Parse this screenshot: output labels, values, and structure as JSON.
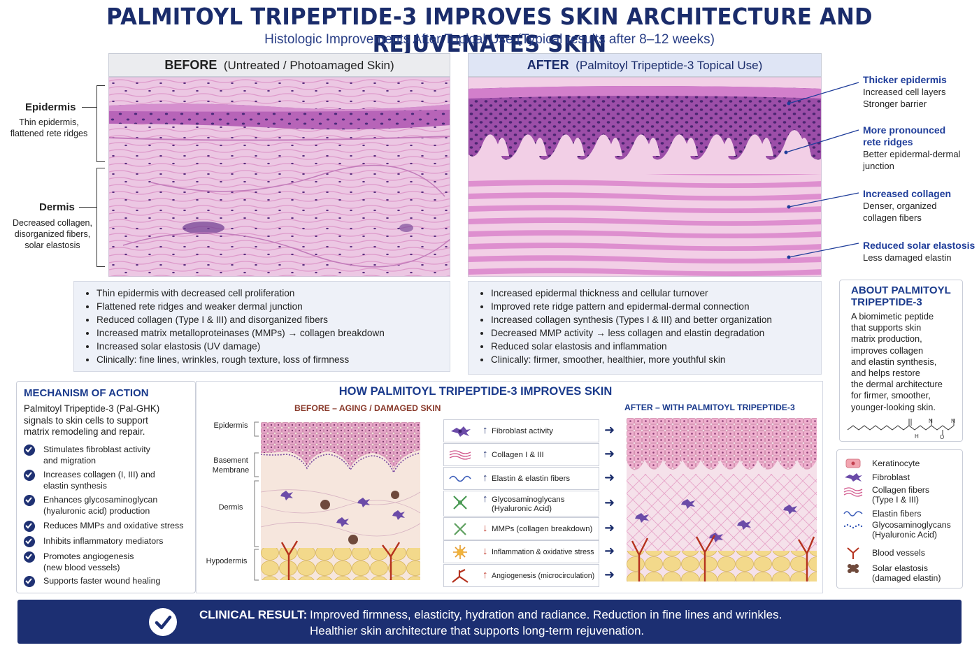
{
  "title": "PALMITOYL TRIPEPTIDE-3 IMPROVES SKIN ARCHITECTURE AND REJUVENATES SKIN",
  "subtitle": "Histologic Improvements After Topical Use (Typical results after 8–12 weeks)",
  "before_panel": {
    "heading": "BEFORE",
    "heading_sub": "(Untreated / Photoamaged Skin)",
    "epidermis_label": "Epidermis",
    "epidermis_desc": [
      "Thin epidermis,",
      "flattened rete ridges"
    ],
    "dermis_label": "Dermis",
    "dermis_desc": [
      "Decreased collagen,",
      "disorganized fibers,",
      "solar elastosis"
    ],
    "bullets": [
      "Thin epidermis with decreased cell proliferation",
      "Flattened rete ridges and weaker dermal junction",
      "Reduced collagen (Type I & III) and disorganized fibers",
      "Increased matrix metalloproteinases (MMPs) → collagen breakdown",
      "Increased solar elastosis (UV damage)",
      "Clinically: fine lines, wrinkles, rough texture, loss of firmness"
    ]
  },
  "after_panel": {
    "heading": "AFTER",
    "heading_sub": "(Palmitoyl Tripeptide-3 Topical Use)",
    "annotations": [
      {
        "title": [
          "Thicker epidermis"
        ],
        "desc": [
          "Increased cell layers",
          "Stronger barrier"
        ]
      },
      {
        "title": [
          "More pronounced",
          "rete ridges"
        ],
        "desc": [
          "Better epidermal-dermal",
          "junction"
        ]
      },
      {
        "title": [
          "Increased collagen"
        ],
        "desc": [
          "Denser, organized",
          "collagen fibers"
        ]
      },
      {
        "title": [
          "Reduced solar elastosis"
        ],
        "desc": [
          "Less damaged elastin"
        ]
      }
    ],
    "bullets": [
      "Increased epidermal thickness and cellular turnover",
      "Improved rete ridge pattern and epidermal-dermal connection",
      "Increased collagen synthesis (Types I & III) and better organization",
      "Decreased MMP activity → less collagen and elastin degradation",
      "Reduced solar elastosis and inflammation",
      "Clinically: firmer, smoother, healthier, more youthful skin"
    ]
  },
  "about": {
    "heading": [
      "ABOUT PALMITOYL",
      "TRIPEPTIDE-3"
    ],
    "body": [
      "A biomimetic peptide",
      "that supports skin",
      "matrix production,",
      "improves collagen",
      "and elastin synthesis,",
      "and helps restore",
      "the dermal architecture",
      "for firmer, smoother,",
      "younger-looking skin."
    ],
    "structure_labels": [
      "H",
      "O",
      "N",
      "O",
      "N",
      "H"
    ]
  },
  "mechanism": {
    "heading": "MECHANISM OF ACTION",
    "intro": [
      "Palmitoyl Tripeptide-3 (Pal-GHK)",
      "signals to skin cells to support",
      "matrix remodeling and repair."
    ],
    "items": [
      [
        "Stimulates fibroblast activity",
        "and migration"
      ],
      [
        "Increases collagen (I, III) and",
        "elastin synthesis"
      ],
      [
        "Enhances glycosaminoglycan",
        "(hyaluronic acid) production"
      ],
      [
        "Reduces MMPs and oxidative stress"
      ],
      [
        "Inhibits inflammatory mediators"
      ],
      [
        "Promotes angiogenesis",
        "(new blood vessels)"
      ],
      [
        "Supports faster wound healing"
      ]
    ]
  },
  "how": {
    "heading": "HOW PALMITOYL TRIPEPTIDE-3 IMPROVES SKIN",
    "before_label": "BEFORE – AGING / DAMAGED SKIN",
    "after_label": "AFTER – WITH PALMITOYL TRIPEPTIDE-3",
    "layers": [
      [
        "Epidermis"
      ],
      [
        "Basement",
        "Membrane"
      ],
      [
        "Dermis"
      ],
      [
        "Hypodermis"
      ]
    ],
    "effects": [
      {
        "icon": "fibroblast-icon",
        "dir": "up",
        "text": [
          "Fibroblast activity"
        ]
      },
      {
        "icon": "collagen-icon",
        "dir": "up",
        "text": [
          "Collagen I & III"
        ]
      },
      {
        "icon": "elastin-icon",
        "dir": "up",
        "text": [
          "Elastin & elastin fibers"
        ]
      },
      {
        "icon": "gag-icon",
        "dir": "up",
        "text": [
          "Glycosaminoglycans",
          "(Hyaluronic Acid)"
        ]
      },
      {
        "icon": "mmp-icon",
        "dir": "down",
        "text": [
          "MMPs (collagen breakdown)"
        ]
      },
      {
        "icon": "inflammation-icon",
        "dir": "down",
        "text": [
          "Inflammation & oxidative stress"
        ]
      },
      {
        "icon": "vessel-icon",
        "dir": "up",
        "text": [
          "Angiogenesis (microcirculation)"
        ]
      }
    ],
    "arrow_up": "↑",
    "arrow_down": "↓",
    "arrow_right": "➜"
  },
  "legend": [
    {
      "icon": "keratinocyte-icon",
      "text": [
        "Keratinocyte"
      ]
    },
    {
      "icon": "fibroblast-icon",
      "text": [
        "Fibroblast"
      ]
    },
    {
      "icon": "collagen-icon",
      "text": [
        "Collagen fibers",
        "(Type I & III)"
      ]
    },
    {
      "icon": "elastin-icon",
      "text": [
        "Elastin fibers"
      ]
    },
    {
      "icon": "gag-icon",
      "text": [
        "Glycosaminoglycans",
        "(Hyaluronic Acid)"
      ]
    },
    {
      "icon": "vessel-icon",
      "text": [
        "Blood vessels"
      ]
    },
    {
      "icon": "elastosis-icon",
      "text": [
        "Solar elastosis",
        "(damaged elastin)"
      ]
    }
  ],
  "banner": {
    "label": "CLINICAL RESULT:",
    "line1": "Improved firmness, elasticity, hydration and radiance. Reduction in fine lines and wrinkles.",
    "line2": "Healthier skin architecture that supports long-term rejuvenation."
  },
  "colors": {
    "navy": "#1c2f72",
    "heading_blue": "#1a3a8c",
    "epidermis_purple": "#8a3d9a",
    "dermis_pink": "#e9b6d8",
    "fat_yellow": "#f1d788",
    "vessel_red": "#b5321e"
  }
}
